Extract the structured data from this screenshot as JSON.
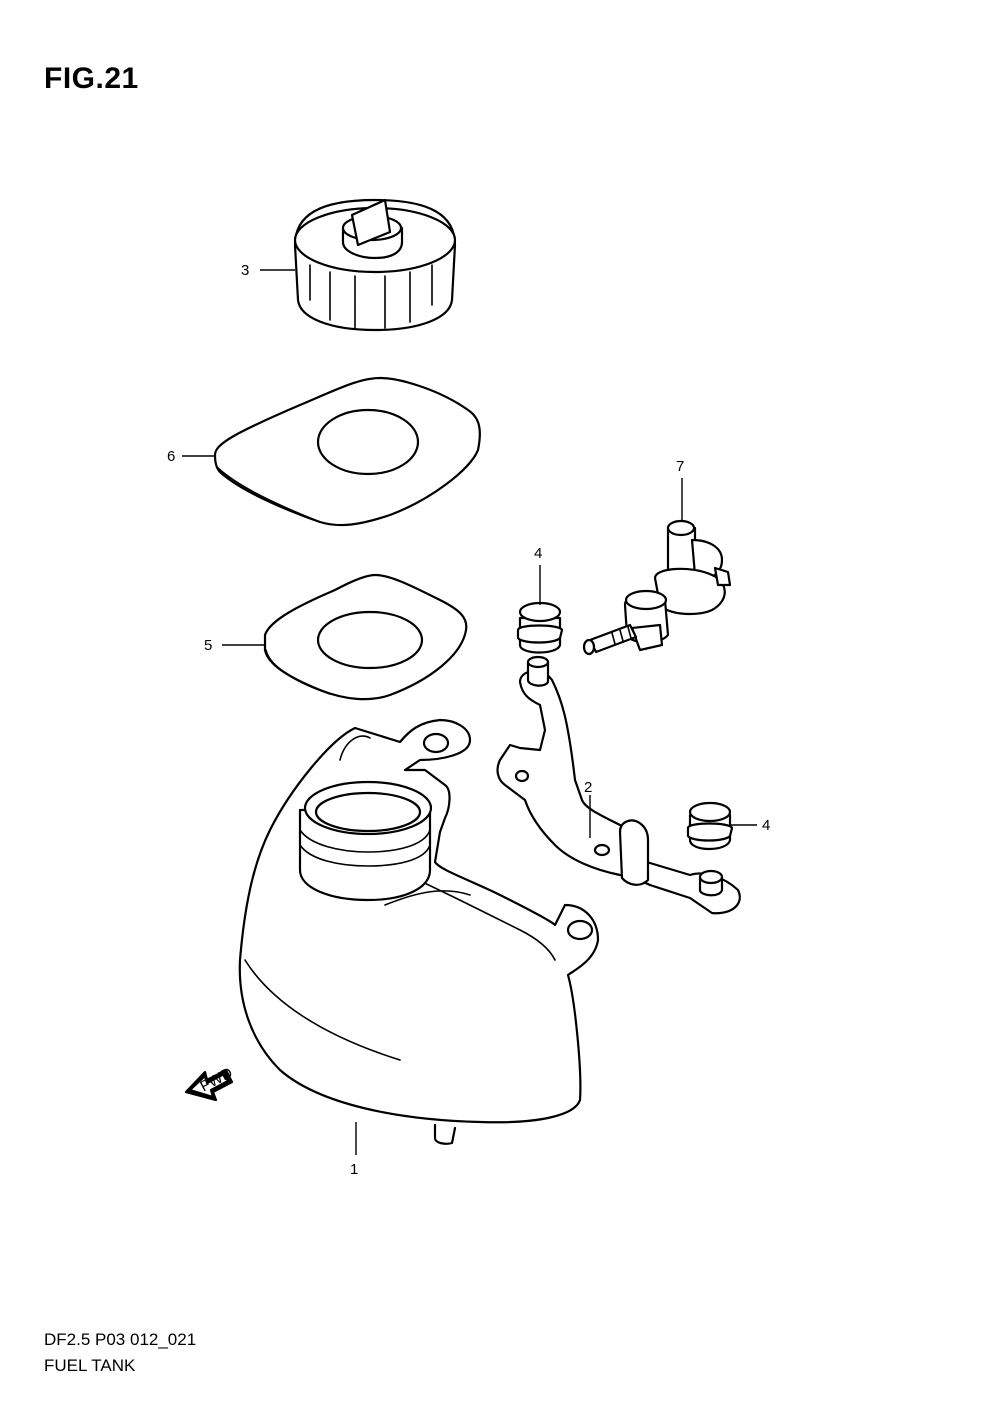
{
  "figure": {
    "title": "FIG.21",
    "code": "DF2.5 P03 012_021",
    "name": "FUEL TANK"
  },
  "callouts": {
    "c1": "1",
    "c2": "2",
    "c3": "3",
    "c4a": "4",
    "c4b": "4",
    "c5": "5",
    "c6": "6",
    "c7": "7"
  },
  "fwd_marker": "FWD"
}
